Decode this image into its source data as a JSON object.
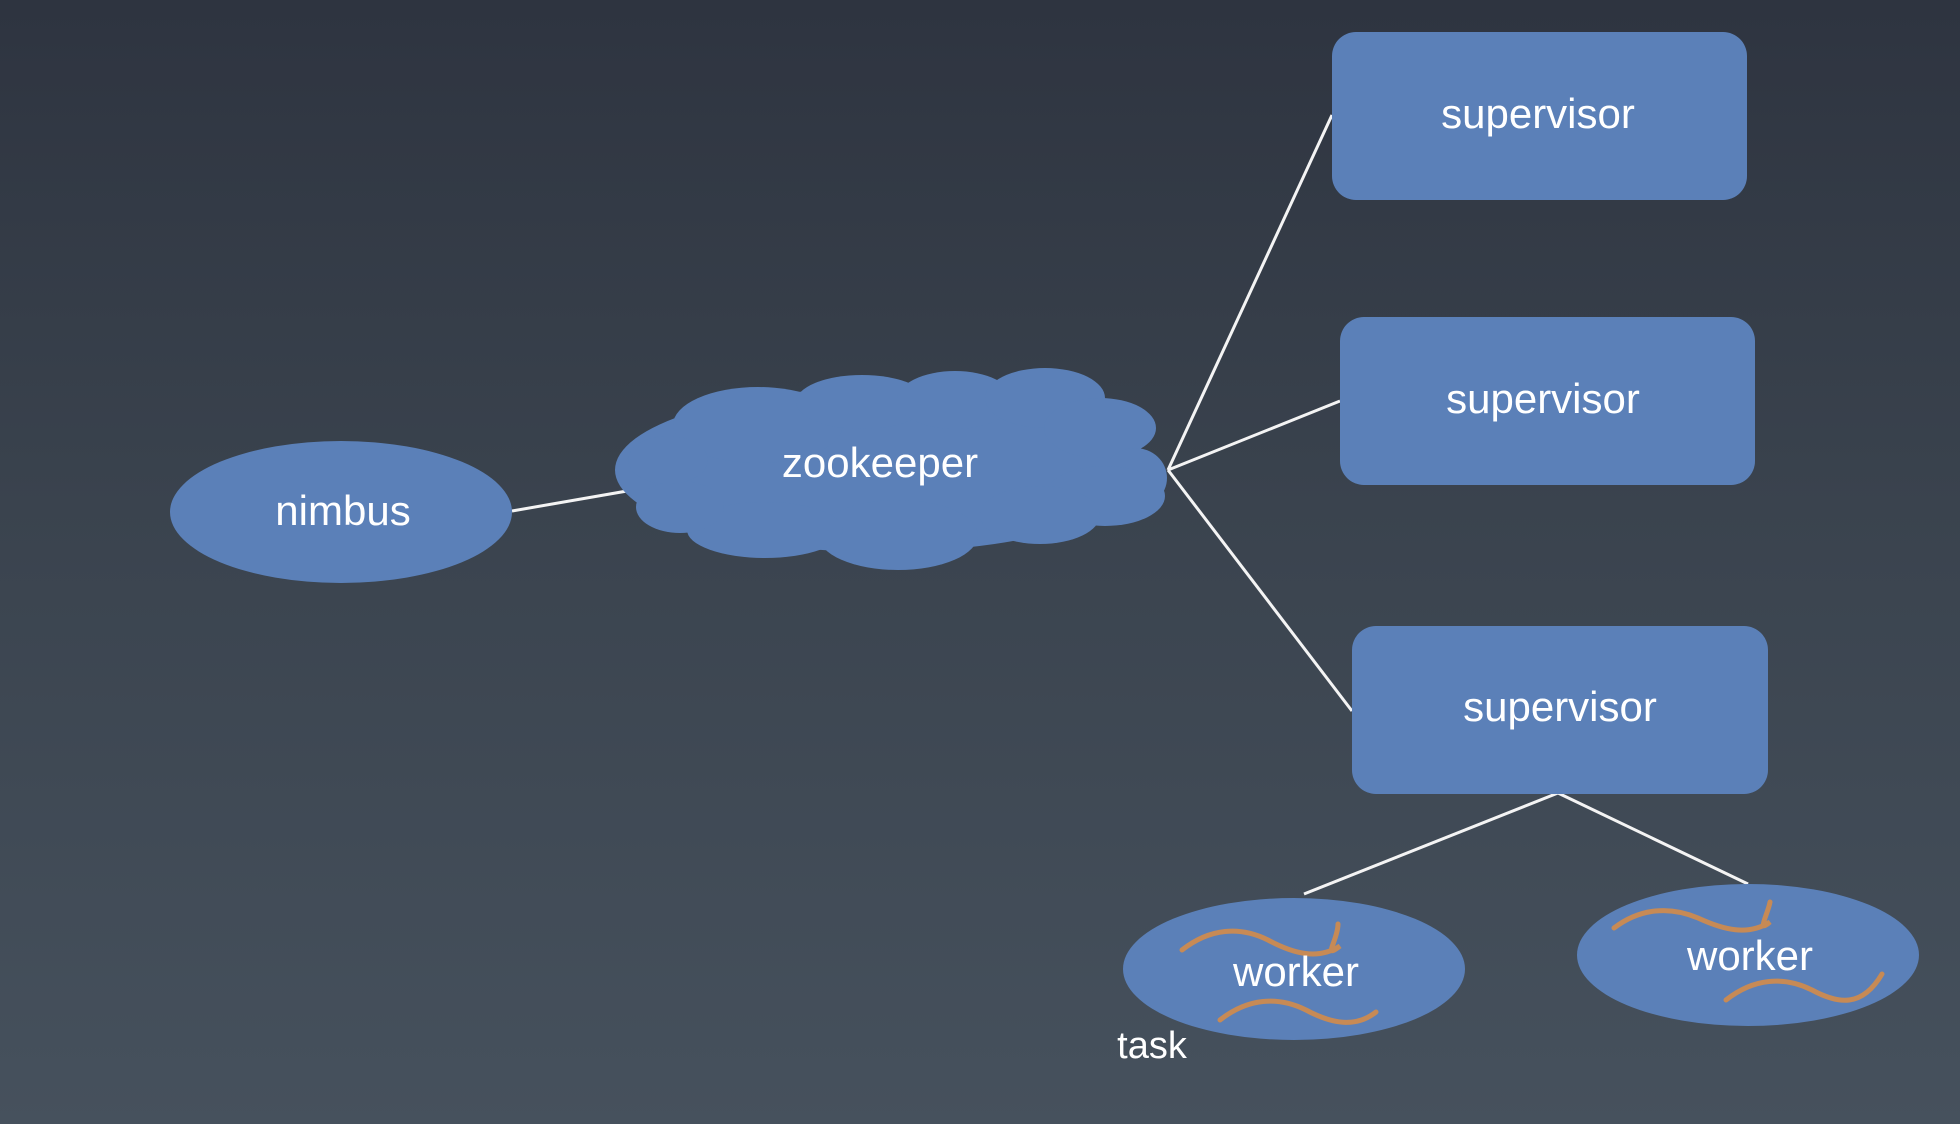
{
  "nodes": {
    "nimbus": "nimbus",
    "zookeeper": "zookeeper",
    "supervisor_1": "supervisor",
    "supervisor_2": "supervisor",
    "supervisor_3": "supervisor",
    "worker_1": "worker",
    "worker_2": "worker"
  },
  "annotations": {
    "task": "task"
  },
  "colors": {
    "background_top": "#2e3440",
    "background_bottom": "#46515d",
    "node_fill": "#5b80b8",
    "connector": "#f4f4f4",
    "task_line": "#c78a55",
    "label_text": "#ffffff"
  }
}
